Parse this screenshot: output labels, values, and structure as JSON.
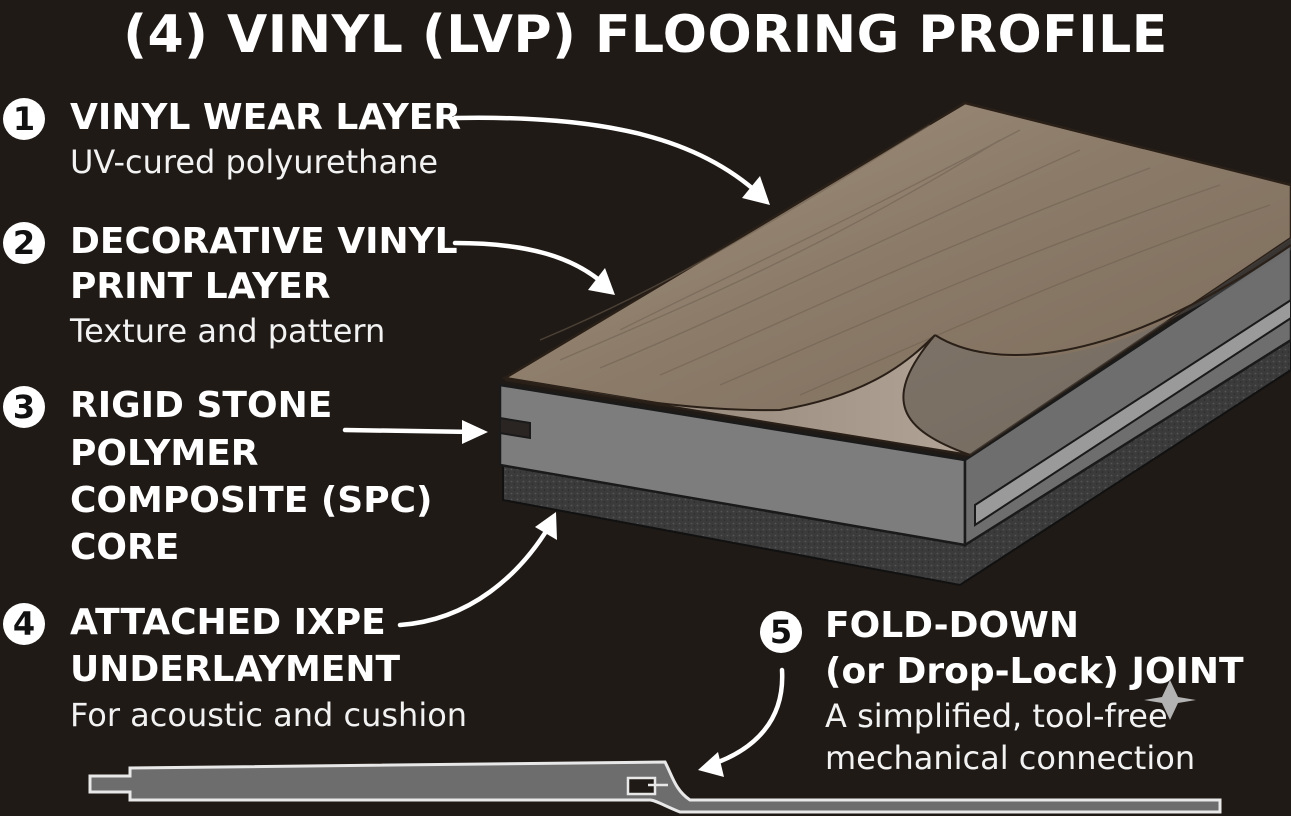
{
  "title": "(4) VINYL (LVP) FLOORING PROFILE",
  "layers": [
    {
      "number": "1",
      "heading": [
        "VINYL WEAR LAYER"
      ],
      "description": [
        "UV-cured polyurethane"
      ]
    },
    {
      "number": "2",
      "heading": [
        "DECORATIVE VINYL",
        "PRINT LAYER"
      ],
      "description": [
        "Texture and pattern"
      ]
    },
    {
      "number": "3",
      "heading": [
        "RIGID STONE",
        "POLYMER",
        "COMPOSITE (SPC)",
        "CORE"
      ],
      "description": []
    },
    {
      "number": "4",
      "heading": [
        "ATTACHED IXPE",
        "UNDERLAYMENT"
      ],
      "description": [
        "For acoustic and cushion"
      ]
    },
    {
      "number": "5",
      "heading": [
        "FOLD-DOWN",
        "(or Drop-Lock) JOINT"
      ],
      "description": [
        "A simplified, tool-free",
        "mechanical connection"
      ]
    }
  ],
  "colors": {
    "background": "#1f1a16",
    "wood_surface": "#8f7f6e",
    "core": "#7b7b7b",
    "underlayment": "#3a3a3a",
    "text": "#ffffff"
  }
}
